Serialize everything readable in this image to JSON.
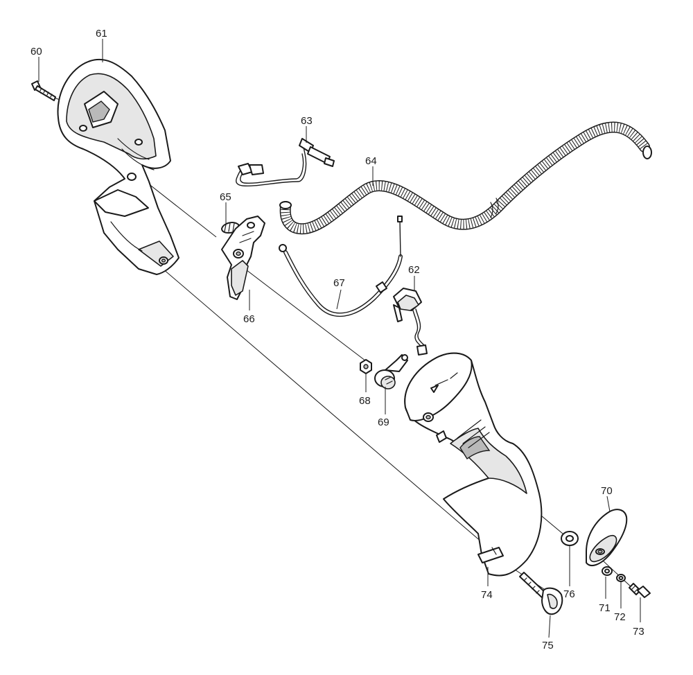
{
  "callouts": [
    {
      "id": "60",
      "text": "60"
    },
    {
      "id": "61",
      "text": "61"
    },
    {
      "id": "62",
      "text": "62"
    },
    {
      "id": "63",
      "text": "63"
    },
    {
      "id": "64",
      "text": "64"
    },
    {
      "id": "65",
      "text": "65"
    },
    {
      "id": "66",
      "text": "66"
    },
    {
      "id": "67",
      "text": "67"
    },
    {
      "id": "68",
      "text": "68"
    },
    {
      "id": "69",
      "text": "69"
    },
    {
      "id": "70",
      "text": "70"
    },
    {
      "id": "71",
      "text": "71"
    },
    {
      "id": "72",
      "text": "72"
    },
    {
      "id": "73",
      "text": "73"
    },
    {
      "id": "74",
      "text": "74"
    },
    {
      "id": "75",
      "text": "75"
    },
    {
      "id": "76",
      "text": "76"
    }
  ]
}
